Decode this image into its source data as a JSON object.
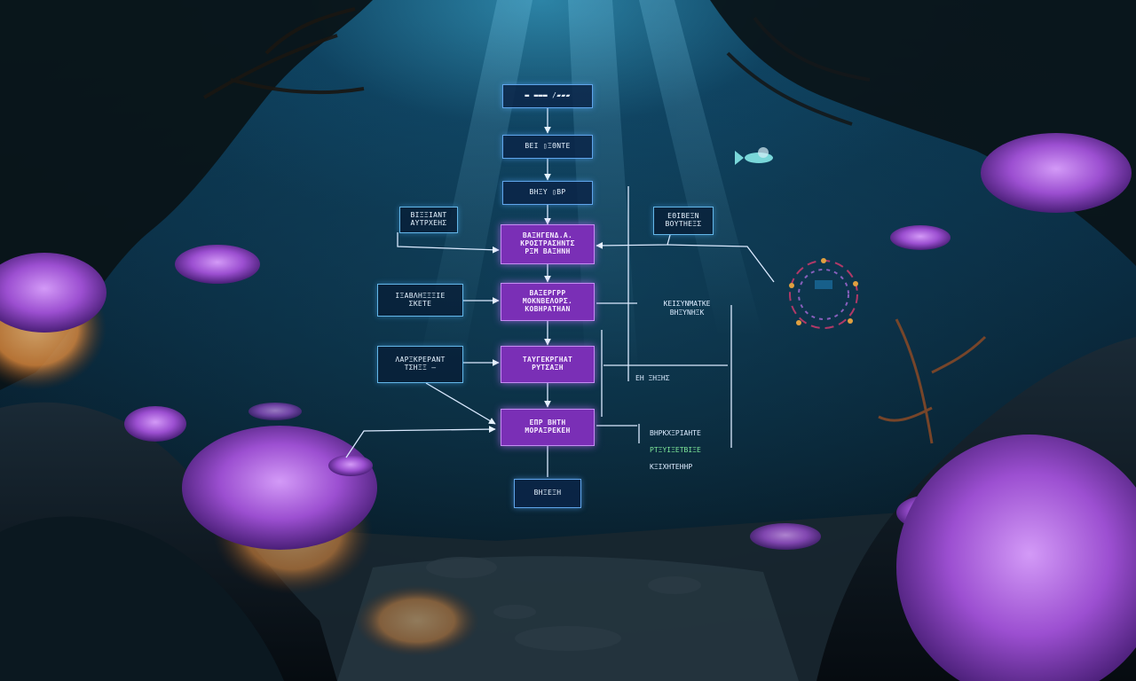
{
  "diagram": {
    "nodes": {
      "n1": "▬ ▬▬▬ /▰▰▰",
      "n2": "ΒΕΙ ▯ΞΘΝΤΕ",
      "n3": "ΒΗΞΥ ▯ΒΡ",
      "n4": "ΒΑΞΗΓΕΝΔ.Α.\nΚΡΟΣΤΡΑΣΗΝΤΣ\nΡΞΜ ΒΑΞΗΝΗ",
      "n5": "ΒΑΞΕΡΓΡΡ\nΜΟΚΝΒΕΛΟΡΣ.\nΚΟΒΗΡΑΤΗΑΝ",
      "n6": "ΤΑΥΓΕΚΡΓΗΑΤ\nΡΥΤΣΑΞΗ",
      "n7": "ΕΠΡ ΒΗΤΗ\nΜΟΡΑΞΡΕΚΕΗ",
      "n8": "ΒΗΞΕΞΗ",
      "left_top": "ΒΙΞΞΙΑΝΤ\nΑΥΤΡΧΕΗΣ",
      "left_mid": "ΙΞΑΒΛΗΞΞΞΙΕ\nΣΚΕΤΕ",
      "left_low": "ΛΑΡΞΚΡΕΡΑΝΤ\nΤΣΗΞΞ —",
      "right_top": "ΕΘΙΒΕΞΝ\nΒΟΥΤΗΕΞΣ"
    },
    "side_labels": {
      "r1": "ΚΕΙΣΥΝΜΑΤΚΕ\nΒΗΞΥΝΗΞΚ",
      "r2": "ΕΗ ΞΗΞΗΣ",
      "r3_line1": "ΒΗΡΚΧΞΡΙΑΗΤΕ",
      "r3_line2": "ΡΤΞΥΙΞΕΤΒΙΞΕ",
      "r3_line3": "ΚΞΙΧΗΤΕΗΗΡ"
    }
  },
  "colors": {
    "node_blue_border": "#5fa4ea",
    "node_purple_fill": "#7a2fb6",
    "coral_purple": "#9c4fd1",
    "coral_orange": "#e08a3c",
    "water_glow": "#46bee6"
  }
}
